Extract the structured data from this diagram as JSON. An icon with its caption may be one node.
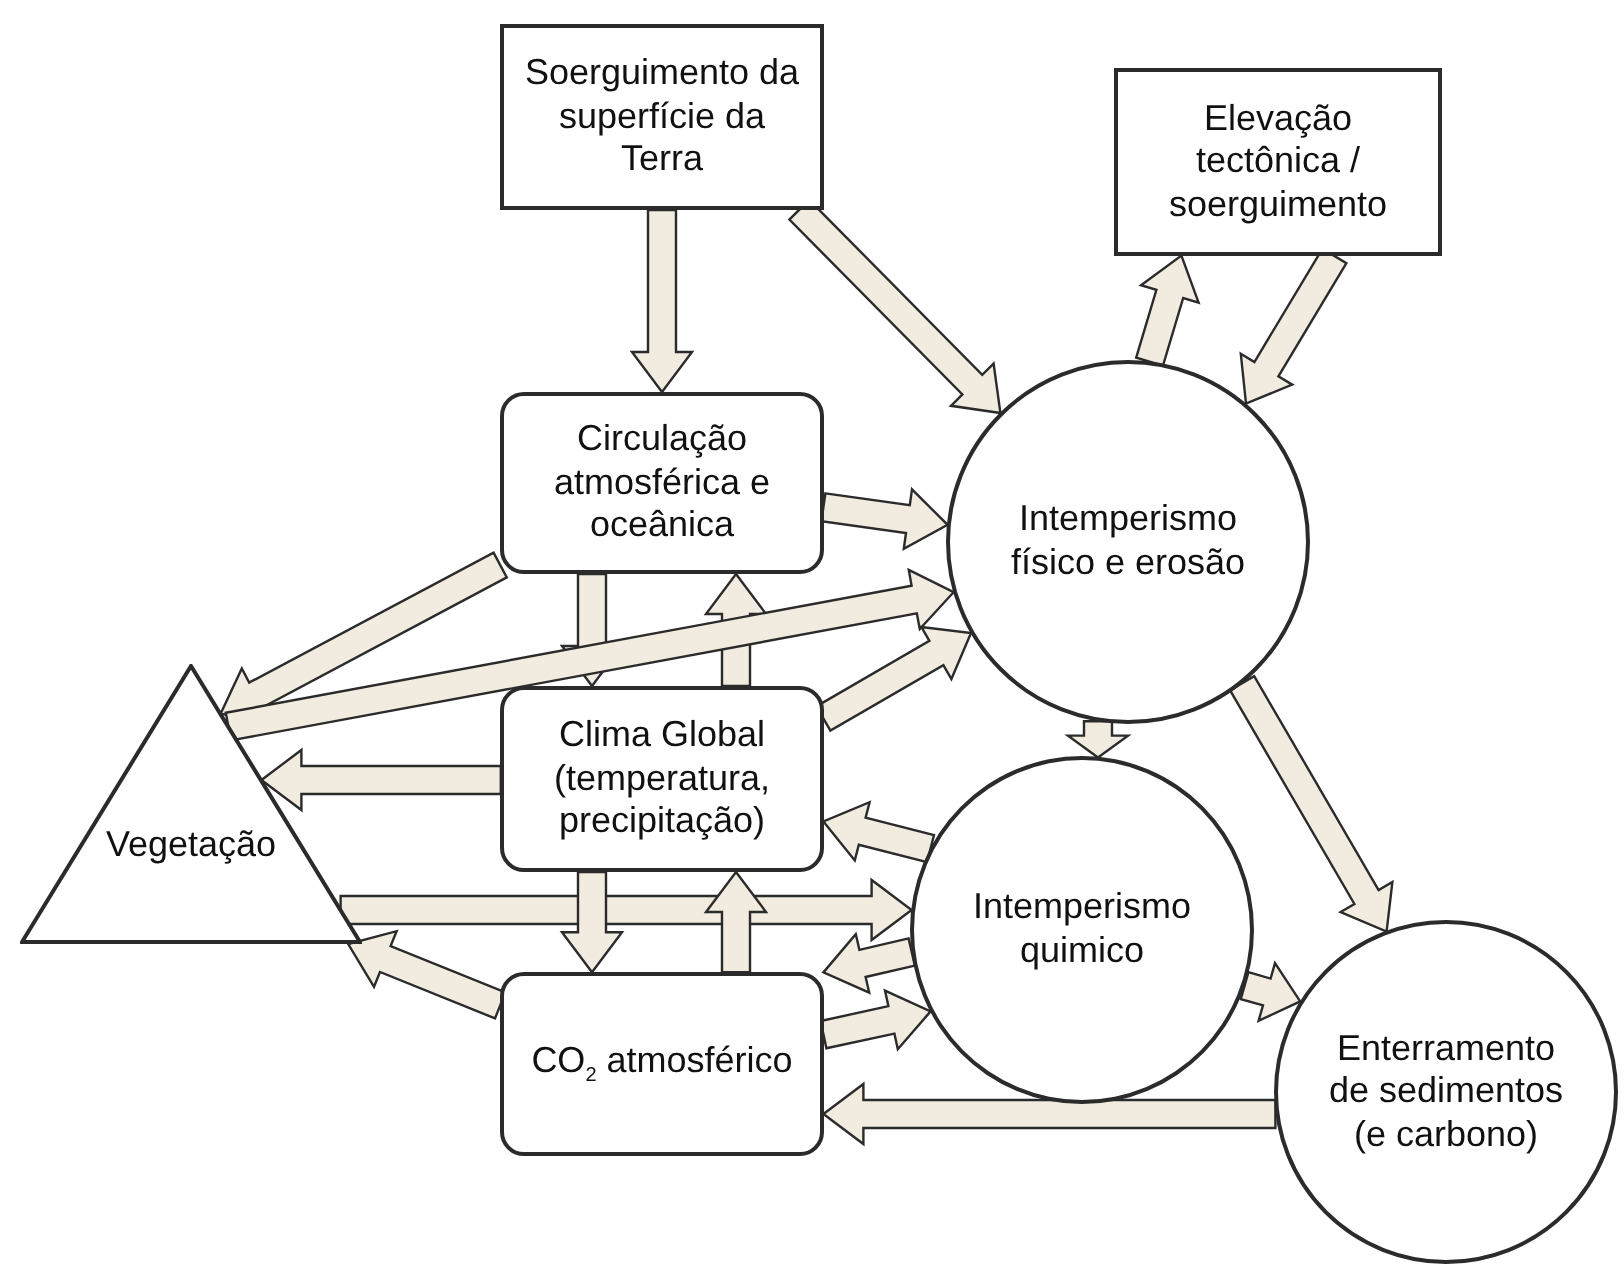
{
  "diagram": {
    "nodes": [
      {
        "text": [
          "Soerguimento da superfície da Terra"
        ]
      },
      {
        "text": [
          "Elevação tectônica / soerguimento"
        ]
      },
      {
        "text": [
          "Circulação atmosférica e oceânica"
        ]
      },
      {
        "text": [
          "Intemperismo físico e erosão"
        ]
      },
      {
        "text": [
          "Vegetação"
        ]
      },
      {
        "text": [
          "Clima Global (temperatura, precipitação)"
        ]
      },
      {
        "text": [
          "Intemperismo quimico"
        ]
      },
      {
        "text": [
          "CO$_{2}$ atmosférico"
        ]
      },
      {
        "text": [
          "Enterramento de sedimentos (e carbono)"
        ]
      }
    ],
    "edges": [
      {
        "from": 0,
        "to": 2,
        "arrow": "to"
      },
      {
        "from": 0,
        "to": 3,
        "arrow": "to"
      },
      {
        "from": 3,
        "to": 1,
        "arrow": "to"
      },
      {
        "from": 1,
        "to": 3,
        "arrow": "to"
      },
      {
        "from": 2,
        "to": 3,
        "arrow": "to"
      },
      {
        "from": 2,
        "to": 4,
        "arrow": "to"
      },
      {
        "from": 2,
        "to": 5,
        "arrow": "to"
      },
      {
        "from": 5,
        "to": 2,
        "arrow": "to"
      },
      {
        "from": 4,
        "to": 3,
        "arrow": "to"
      },
      {
        "from": 5,
        "to": 3,
        "arrow": "to"
      },
      {
        "from": 5,
        "to": 4,
        "arrow": "to"
      },
      {
        "from": 6,
        "to": 5,
        "arrow": "to"
      },
      {
        "from": 4,
        "to": 6,
        "arrow": "to"
      },
      {
        "from": 5,
        "to": 7,
        "arrow": "to"
      },
      {
        "from": 7,
        "to": 5,
        "arrow": "to"
      },
      {
        "from": 6,
        "to": 7,
        "arrow": "to"
      },
      {
        "from": 7,
        "to": 6,
        "arrow": "to"
      },
      {
        "from": 7,
        "to": 4,
        "arrow": "to"
      },
      {
        "from": 3,
        "to": 6,
        "arrow": "to"
      },
      {
        "from": 3,
        "to": 8,
        "arrow": "to"
      },
      {
        "from": 6,
        "to": 8,
        "arrow": "to"
      },
      {
        "from": 8,
        "to": 7,
        "arrow": "to"
      }
    ]
  }
}
